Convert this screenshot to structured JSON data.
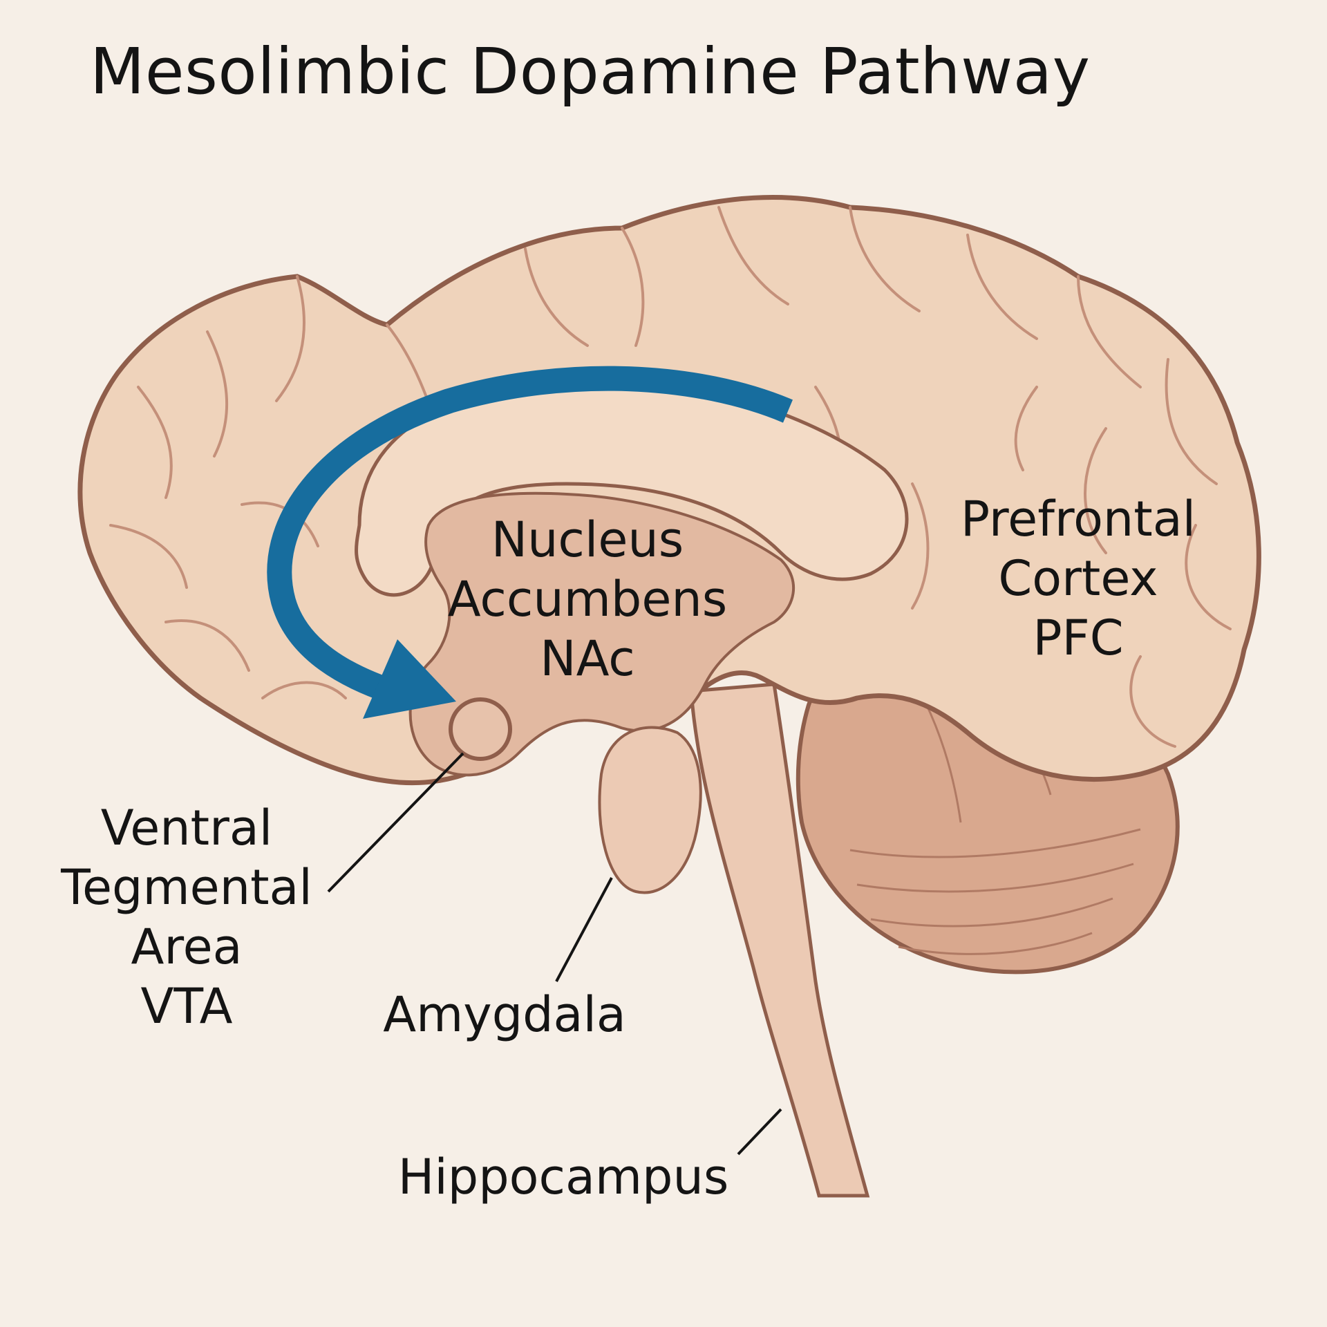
{
  "title": "Mesolimbic Dopamine Pathway",
  "colors": {
    "background": "#f6efe7",
    "brain_fill": "#efd3bb",
    "brain_outline": "#8f5e4b",
    "deep_fill": "#e2b9a1",
    "cerebellum_fill": "#d9a88e",
    "pathway_arrow": "#176d9e",
    "text": "#141414"
  },
  "labels": {
    "nac": [
      "Nucleus",
      "Accumbens",
      "NAc"
    ],
    "pfc": [
      "Prefrontal",
      "Cortex",
      "PFC"
    ],
    "vta": [
      "Ventral",
      "Tegmental",
      "Area",
      "VTA"
    ],
    "amygdala": "Amygdala",
    "hippocampus": "Hippocampus"
  },
  "icons": [
    "pathway-arrow",
    "leader-line"
  ]
}
